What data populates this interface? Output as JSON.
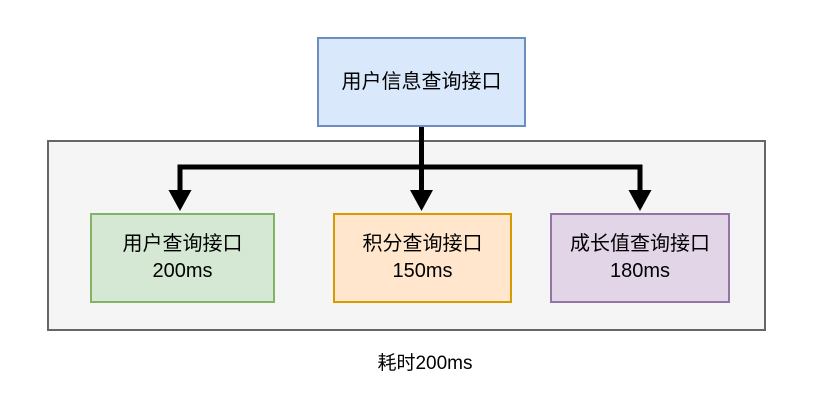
{
  "diagram": {
    "root_node": {
      "label": "用户信息查询接口",
      "fill": "#dae8fc",
      "border": "#6c8ebf"
    },
    "group": {
      "fill": "#f5f5f5",
      "border": "#666666"
    },
    "children": [
      {
        "label": "用户查询接口",
        "time": "200ms",
        "fill": "#d5e8d4",
        "border": "#82b366"
      },
      {
        "label": "积分查询接口",
        "time": "150ms",
        "fill": "#ffe6cc",
        "border": "#d79b00"
      },
      {
        "label": "成长值查询接口",
        "time": "180ms",
        "fill": "#e1d5e7",
        "border": "#9673a6"
      }
    ],
    "caption": "耗时200ms",
    "arrow_color": "#000000"
  }
}
